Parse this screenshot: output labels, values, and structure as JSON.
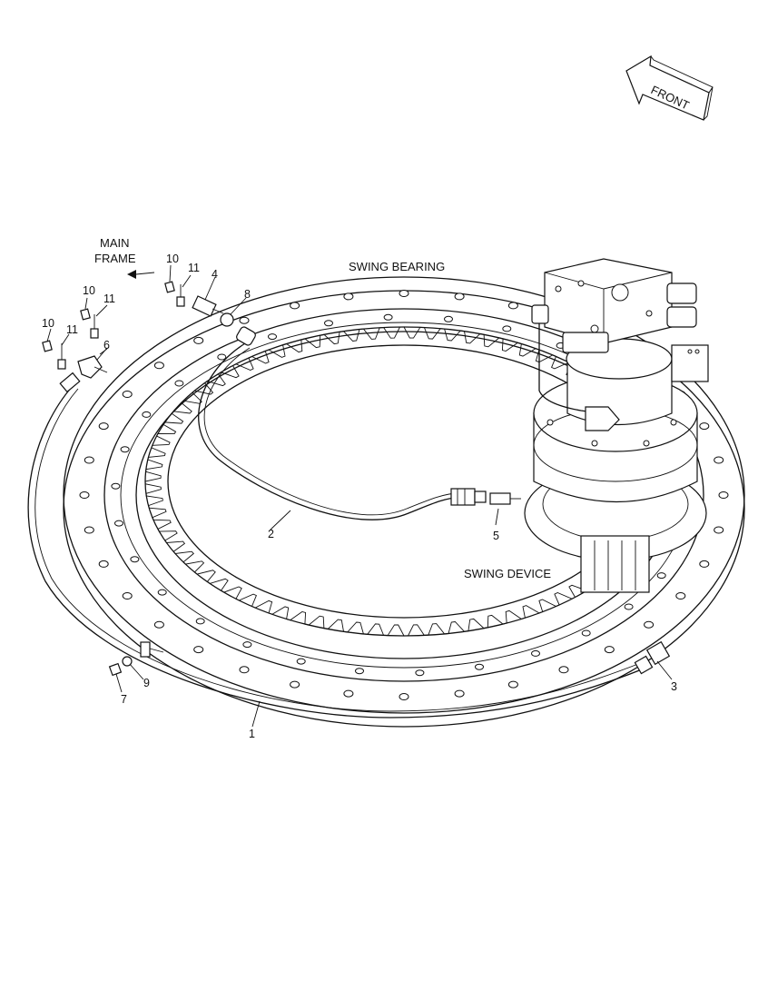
{
  "direction": {
    "text": "FRONT"
  },
  "assembly_labels": {
    "swing_bearing": "SWING BEARING",
    "swing_device": "SWING DEVICE",
    "main_frame_line1": "MAIN",
    "main_frame_line2": "FRAME"
  },
  "callouts": {
    "c1": "1",
    "c2": "2",
    "c3": "3",
    "c4": "4",
    "c5": "5",
    "c6": "6",
    "c7": "7",
    "c8": "8",
    "c9": "9",
    "c10a": "10",
    "c10b": "10",
    "c10c": "10",
    "c11a": "11",
    "c11b": "11",
    "c11c": "11"
  }
}
